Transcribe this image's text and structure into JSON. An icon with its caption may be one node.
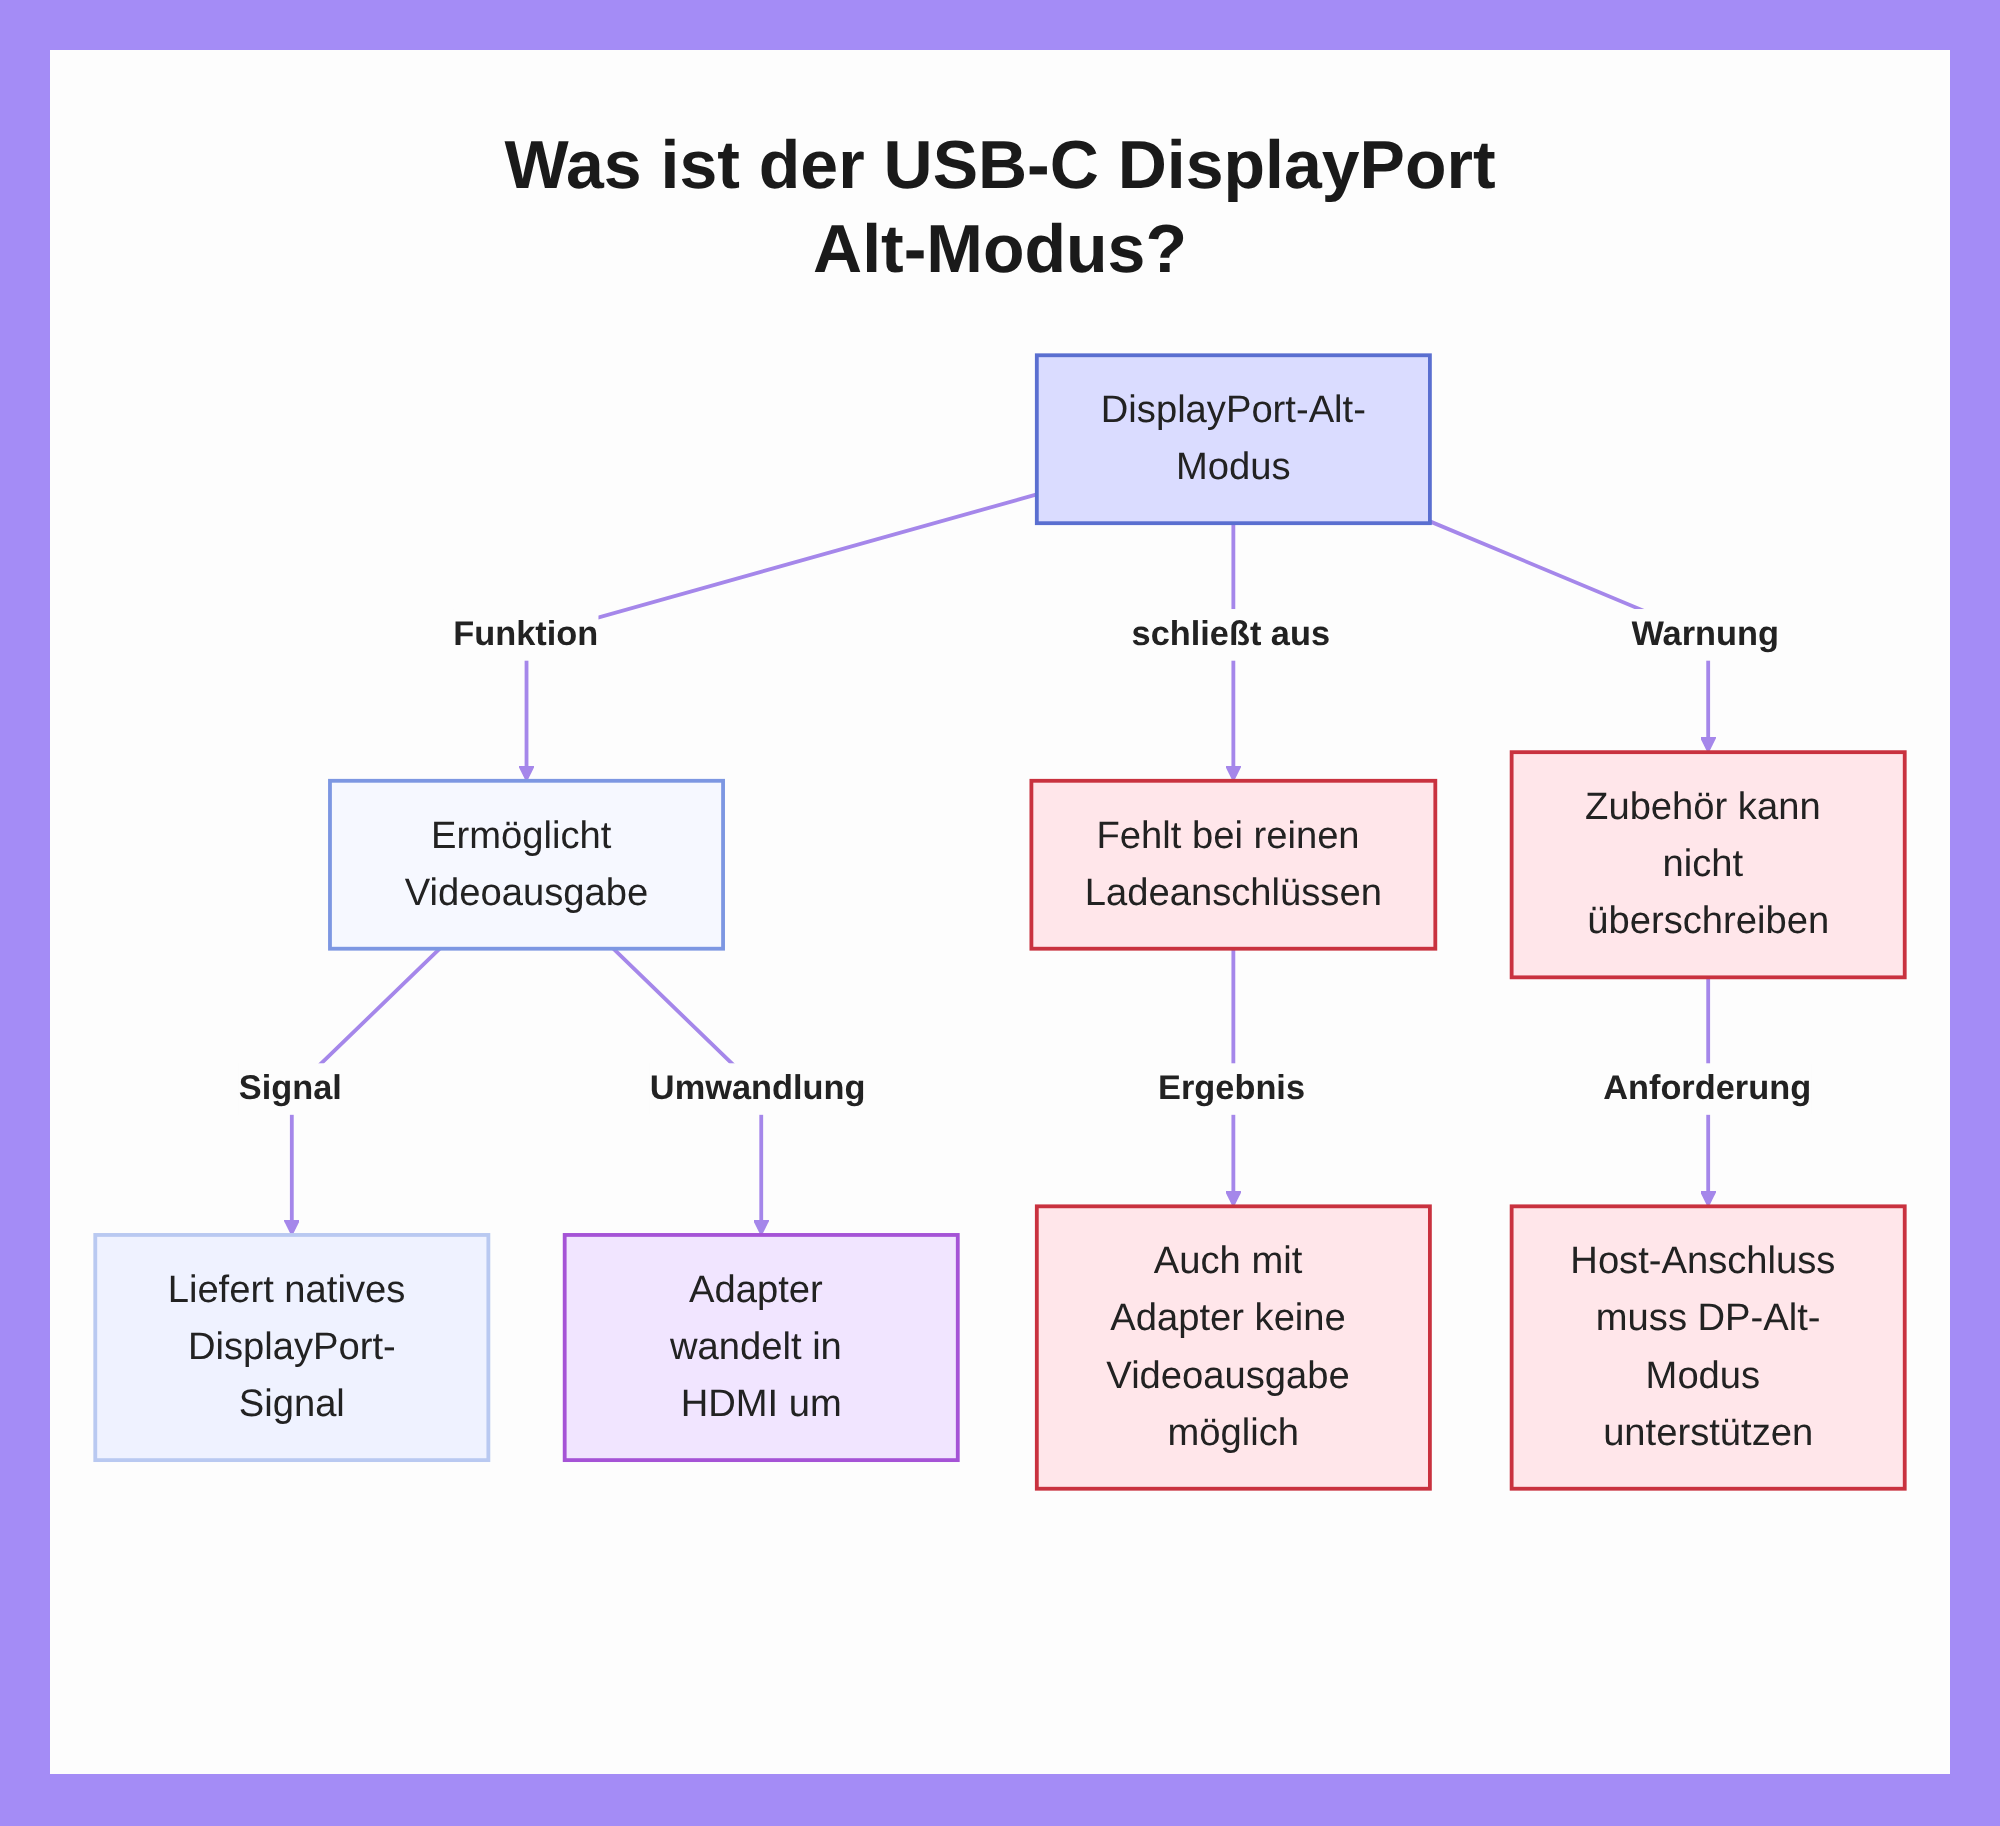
{
  "diagram": {
    "title": "Was ist der USB-C DisplayPort Alt-Modus?",
    "nodes": [
      {
        "text": [
          "DisplayPort-Alt-Modus"
        ]
      },
      {
        "text": [
          "Ermöglicht Videoausgabe"
        ]
      },
      {
        "text": [
          "Fehlt bei reinen Ladeanschlüssen"
        ]
      },
      {
        "text": [
          "Zubehör kann nicht überschreiben"
        ]
      },
      {
        "text": [
          "Liefert natives DisplayPort-Signal"
        ]
      },
      {
        "text": [
          "Adapter wandelt in HDMI um"
        ]
      },
      {
        "text": [
          "Auch mit Adapter keine Videoausgabe möglich"
        ]
      },
      {
        "text": [
          "Host-Anschluss muss DP-Alt-Modus unterstützen"
        ]
      }
    ],
    "edges": [
      {
        "from": 0,
        "to": 1,
        "arrow": "to",
        "label": "Funktion"
      },
      {
        "from": 0,
        "to": 2,
        "arrow": "to",
        "label": "schließt aus"
      },
      {
        "from": 0,
        "to": 3,
        "arrow": "to",
        "label": "Warnung"
      },
      {
        "from": 1,
        "to": 4,
        "arrow": "to",
        "label": "Signal"
      },
      {
        "from": 1,
        "to": 5,
        "arrow": "to",
        "label": "Umwandlung"
      },
      {
        "from": 2,
        "to": 6,
        "arrow": "to",
        "label": "Ergebnis"
      },
      {
        "from": 3,
        "to": 7,
        "arrow": "to",
        "label": "Anforderung"
      }
    ]
  }
}
